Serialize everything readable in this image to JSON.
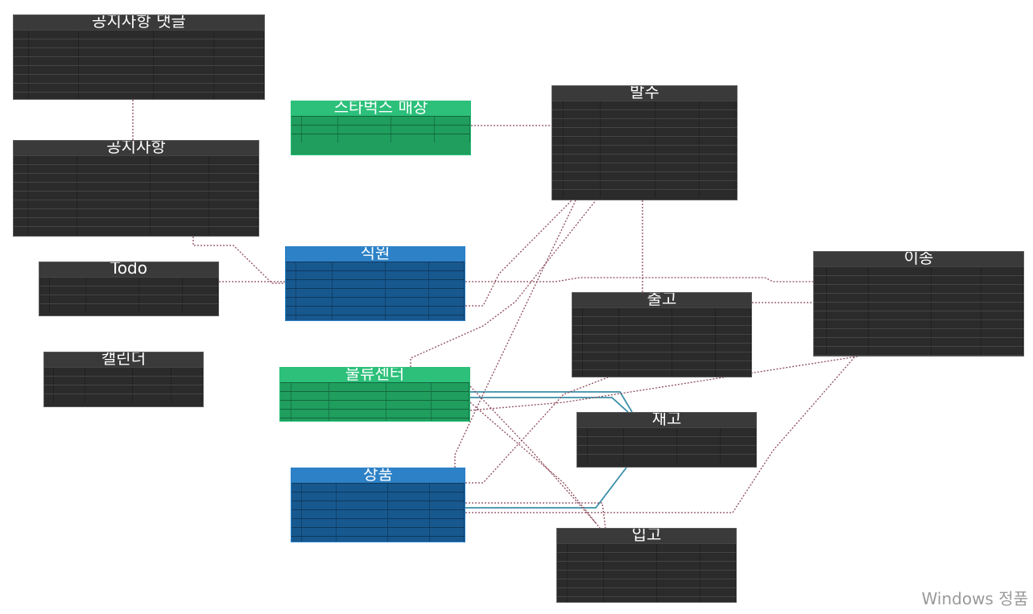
{
  "entities": [
    {
      "id": "notice-comment",
      "title": "공지사항 댓글",
      "style": "dark",
      "rows": [
        [
          "",
          "",
          "",
          "",
          ""
        ],
        [
          "",
          "",
          "",
          "",
          ""
        ],
        [
          "",
          "",
          "",
          "",
          ""
        ],
        [
          "",
          "",
          "",
          "",
          ""
        ],
        [
          "",
          "",
          "",
          "",
          ""
        ],
        [
          "",
          "",
          "",
          "",
          ""
        ],
        [
          "",
          "",
          "",
          "",
          ""
        ],
        [
          "",
          "",
          "",
          "",
          ""
        ]
      ]
    },
    {
      "id": "notice",
      "title": "공지사항",
      "style": "dark",
      "rows": [
        [
          "",
          "",
          "",
          "",
          ""
        ],
        [
          "",
          "",
          "",
          "",
          ""
        ],
        [
          "",
          "",
          "",
          "",
          ""
        ],
        [
          "",
          "",
          "",
          "",
          ""
        ],
        [
          "",
          "",
          "",
          "",
          ""
        ],
        [
          "",
          "",
          "",
          "",
          ""
        ],
        [
          "",
          "",
          "",
          "",
          ""
        ],
        [
          "",
          "",
          "",
          "",
          ""
        ],
        [
          "",
          "",
          "",
          "",
          ""
        ]
      ]
    },
    {
      "id": "todo",
      "title": "Todo",
      "style": "dark",
      "rows": [
        [
          "",
          "",
          "",
          "",
          ""
        ],
        [
          "",
          "",
          "",
          "",
          ""
        ],
        [
          "",
          "",
          "",
          "",
          ""
        ],
        [
          "",
          "",
          "",
          "",
          ""
        ]
      ]
    },
    {
      "id": "calendar",
      "title": "캘린더",
      "style": "dark",
      "rows": [
        [
          "",
          "",
          "",
          "",
          ""
        ],
        [
          "",
          "",
          "",
          "",
          ""
        ],
        [
          "",
          "",
          "",
          "",
          ""
        ],
        [
          "",
          "",
          "",
          "",
          ""
        ]
      ]
    },
    {
      "id": "starbucks-store",
      "title": "스타벅스 매장",
      "style": "green",
      "rows": [
        [
          "",
          "",
          "",
          "",
          ""
        ],
        [
          "",
          "",
          "",
          "",
          ""
        ],
        [
          "",
          "",
          "",
          "",
          ""
        ]
      ]
    },
    {
      "id": "employee",
      "title": "직원",
      "style": "blue",
      "rows": [
        [
          "",
          "",
          "",
          "",
          ""
        ],
        [
          "",
          "",
          "",
          "",
          ""
        ],
        [
          "",
          "",
          "",
          "",
          ""
        ],
        [
          "",
          "",
          "",
          "",
          ""
        ],
        [
          "",
          "",
          "",
          "",
          ""
        ],
        [
          "",
          "",
          "",
          "",
          ""
        ],
        [
          "",
          "",
          "",
          "",
          ""
        ]
      ]
    },
    {
      "id": "logistics-center",
      "title": "물류센터",
      "style": "green",
      "rows": [
        [
          "",
          "",
          "",
          "",
          ""
        ],
        [
          "",
          "",
          "",
          "",
          ""
        ],
        [
          "",
          "",
          "",
          "",
          ""
        ],
        [
          "",
          "",
          "",
          "",
          ""
        ],
        [
          "",
          "",
          "",
          "",
          ""
        ]
      ]
    },
    {
      "id": "product",
      "title": "상품",
      "style": "blue",
      "rows": [
        [
          "",
          "",
          "",
          "",
          ""
        ],
        [
          "",
          "",
          "",
          "",
          ""
        ],
        [
          "",
          "",
          "",
          "",
          ""
        ],
        [
          "",
          "",
          "",
          "",
          ""
        ],
        [
          "",
          "",
          "",
          "",
          ""
        ],
        [
          "",
          "",
          "",
          "",
          ""
        ],
        [
          "",
          "",
          "",
          "",
          ""
        ]
      ]
    },
    {
      "id": "order",
      "title": "발주",
      "style": "dark",
      "rows": [
        [
          "",
          "",
          "",
          "",
          ""
        ],
        [
          "",
          "",
          "",
          "",
          ""
        ],
        [
          "",
          "",
          "",
          "",
          ""
        ],
        [
          "",
          "",
          "",
          "",
          ""
        ],
        [
          "",
          "",
          "",
          "",
          ""
        ],
        [
          "",
          "",
          "",
          "",
          ""
        ],
        [
          "",
          "",
          "",
          "",
          ""
        ],
        [
          "",
          "",
          "",
          "",
          ""
        ],
        [
          "",
          "",
          "",
          "",
          ""
        ],
        [
          "",
          "",
          "",
          "",
          ""
        ],
        [
          "",
          "",
          "",
          "",
          ""
        ]
      ]
    },
    {
      "id": "shipment",
      "title": "출고",
      "style": "dark",
      "rows": [
        [
          "",
          "",
          "",
          "",
          ""
        ],
        [
          "",
          "",
          "",
          "",
          ""
        ],
        [
          "",
          "",
          "",
          "",
          ""
        ],
        [
          "",
          "",
          "",
          "",
          ""
        ],
        [
          "",
          "",
          "",
          "",
          ""
        ],
        [
          "",
          "",
          "",
          "",
          ""
        ],
        [
          "",
          "",
          "",
          "",
          ""
        ],
        [
          "",
          "",
          "",
          "",
          ""
        ]
      ]
    },
    {
      "id": "transfer",
      "title": "이송",
      "style": "dark",
      "rows": [
        [
          "",
          "",
          "",
          "",
          ""
        ],
        [
          "",
          "",
          "",
          "",
          ""
        ],
        [
          "",
          "",
          "",
          "",
          ""
        ],
        [
          "",
          "",
          "",
          "",
          ""
        ],
        [
          "",
          "",
          "",
          "",
          ""
        ],
        [
          "",
          "",
          "",
          "",
          ""
        ],
        [
          "",
          "",
          "",
          "",
          ""
        ],
        [
          "",
          "",
          "",
          "",
          ""
        ],
        [
          "",
          "",
          "",
          "",
          ""
        ],
        [
          "",
          "",
          "",
          "",
          ""
        ],
        [
          "",
          "",
          "",
          "",
          ""
        ]
      ]
    },
    {
      "id": "inventory",
      "title": "재고",
      "style": "dark",
      "rows": [
        [
          "",
          "",
          "",
          "",
          ""
        ],
        [
          "",
          "",
          "",
          "",
          ""
        ],
        [
          "",
          "",
          "",
          "",
          ""
        ],
        [
          "",
          "",
          "",
          "",
          ""
        ]
      ]
    },
    {
      "id": "receiving",
      "title": "입고",
      "style": "dark",
      "rows": [
        [
          "",
          "",
          "",
          "",
          ""
        ],
        [
          "",
          "",
          "",
          "",
          ""
        ],
        [
          "",
          "",
          "",
          "",
          ""
        ],
        [
          "",
          "",
          "",
          "",
          ""
        ],
        [
          "",
          "",
          "",
          "",
          ""
        ],
        [
          "",
          "",
          "",
          "",
          ""
        ],
        [
          "",
          "",
          "",
          "",
          ""
        ],
        [
          "",
          "",
          "",
          "",
          ""
        ]
      ]
    }
  ],
  "colors": {
    "relationship": "#8c4a5a",
    "highlight": "#3a8fa8"
  },
  "watermark": "Windows 정품"
}
